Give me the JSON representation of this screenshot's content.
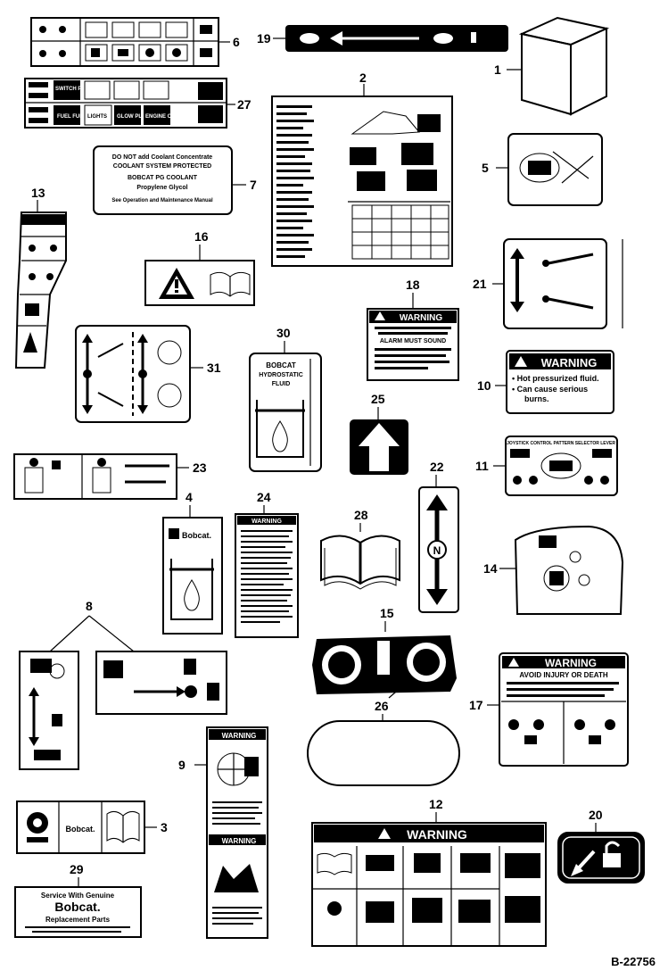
{
  "callouts": [
    "1",
    "2",
    "3",
    "4",
    "5",
    "6",
    "7",
    "8",
    "9",
    "10",
    "11",
    "12",
    "13",
    "14",
    "15",
    "16",
    "17",
    "18",
    "19",
    "20",
    "21",
    "22",
    "23",
    "24",
    "25",
    "26",
    "27",
    "28",
    "29",
    "30",
    "31"
  ],
  "labels": {
    "warning": "WARNING",
    "warning_10_line1": "• Hot pressurized fluid.",
    "warning_10_line2": "• Can cause serious",
    "warning_10_line3": "burns.",
    "warning_17_sub": "AVOID INJURY OR DEATH",
    "warning_18_sub": "ALARM MUST SOUND",
    "decal_7_line1": "DO NOT add Coolant Concentrate",
    "decal_7_line2": "COOLANT SYSTEM PROTECTED",
    "decal_7_line3": "BOBCAT PG COOLANT",
    "decal_7_line4": "Propylene Glycol",
    "decal_7_line5": "See Operation and Maintenance Manual",
    "decal_30_line1": "BOBCAT",
    "decal_30_line2": "HYDROSTATIC",
    "decal_30_line3": "FLUID",
    "bobcat": "Bobcat.",
    "decal_29_line1": "Service With Genuine",
    "decal_29_line2": "Bobcat.",
    "decal_29_line3": "Replacement Parts",
    "decal_27_a": "SWITCH POWER",
    "decal_27_b": "FUEL FULL",
    "decal_27_c": "LIGHTS",
    "decal_27_d": "GLOW PLUG",
    "decal_27_e": "ENGINE OIL",
    "decal_11_title": "JOYSTICK CONTROL PATTERN SELECTOR LEVER",
    "decal_22_n": "N"
  },
  "figure_code": "B-22756"
}
